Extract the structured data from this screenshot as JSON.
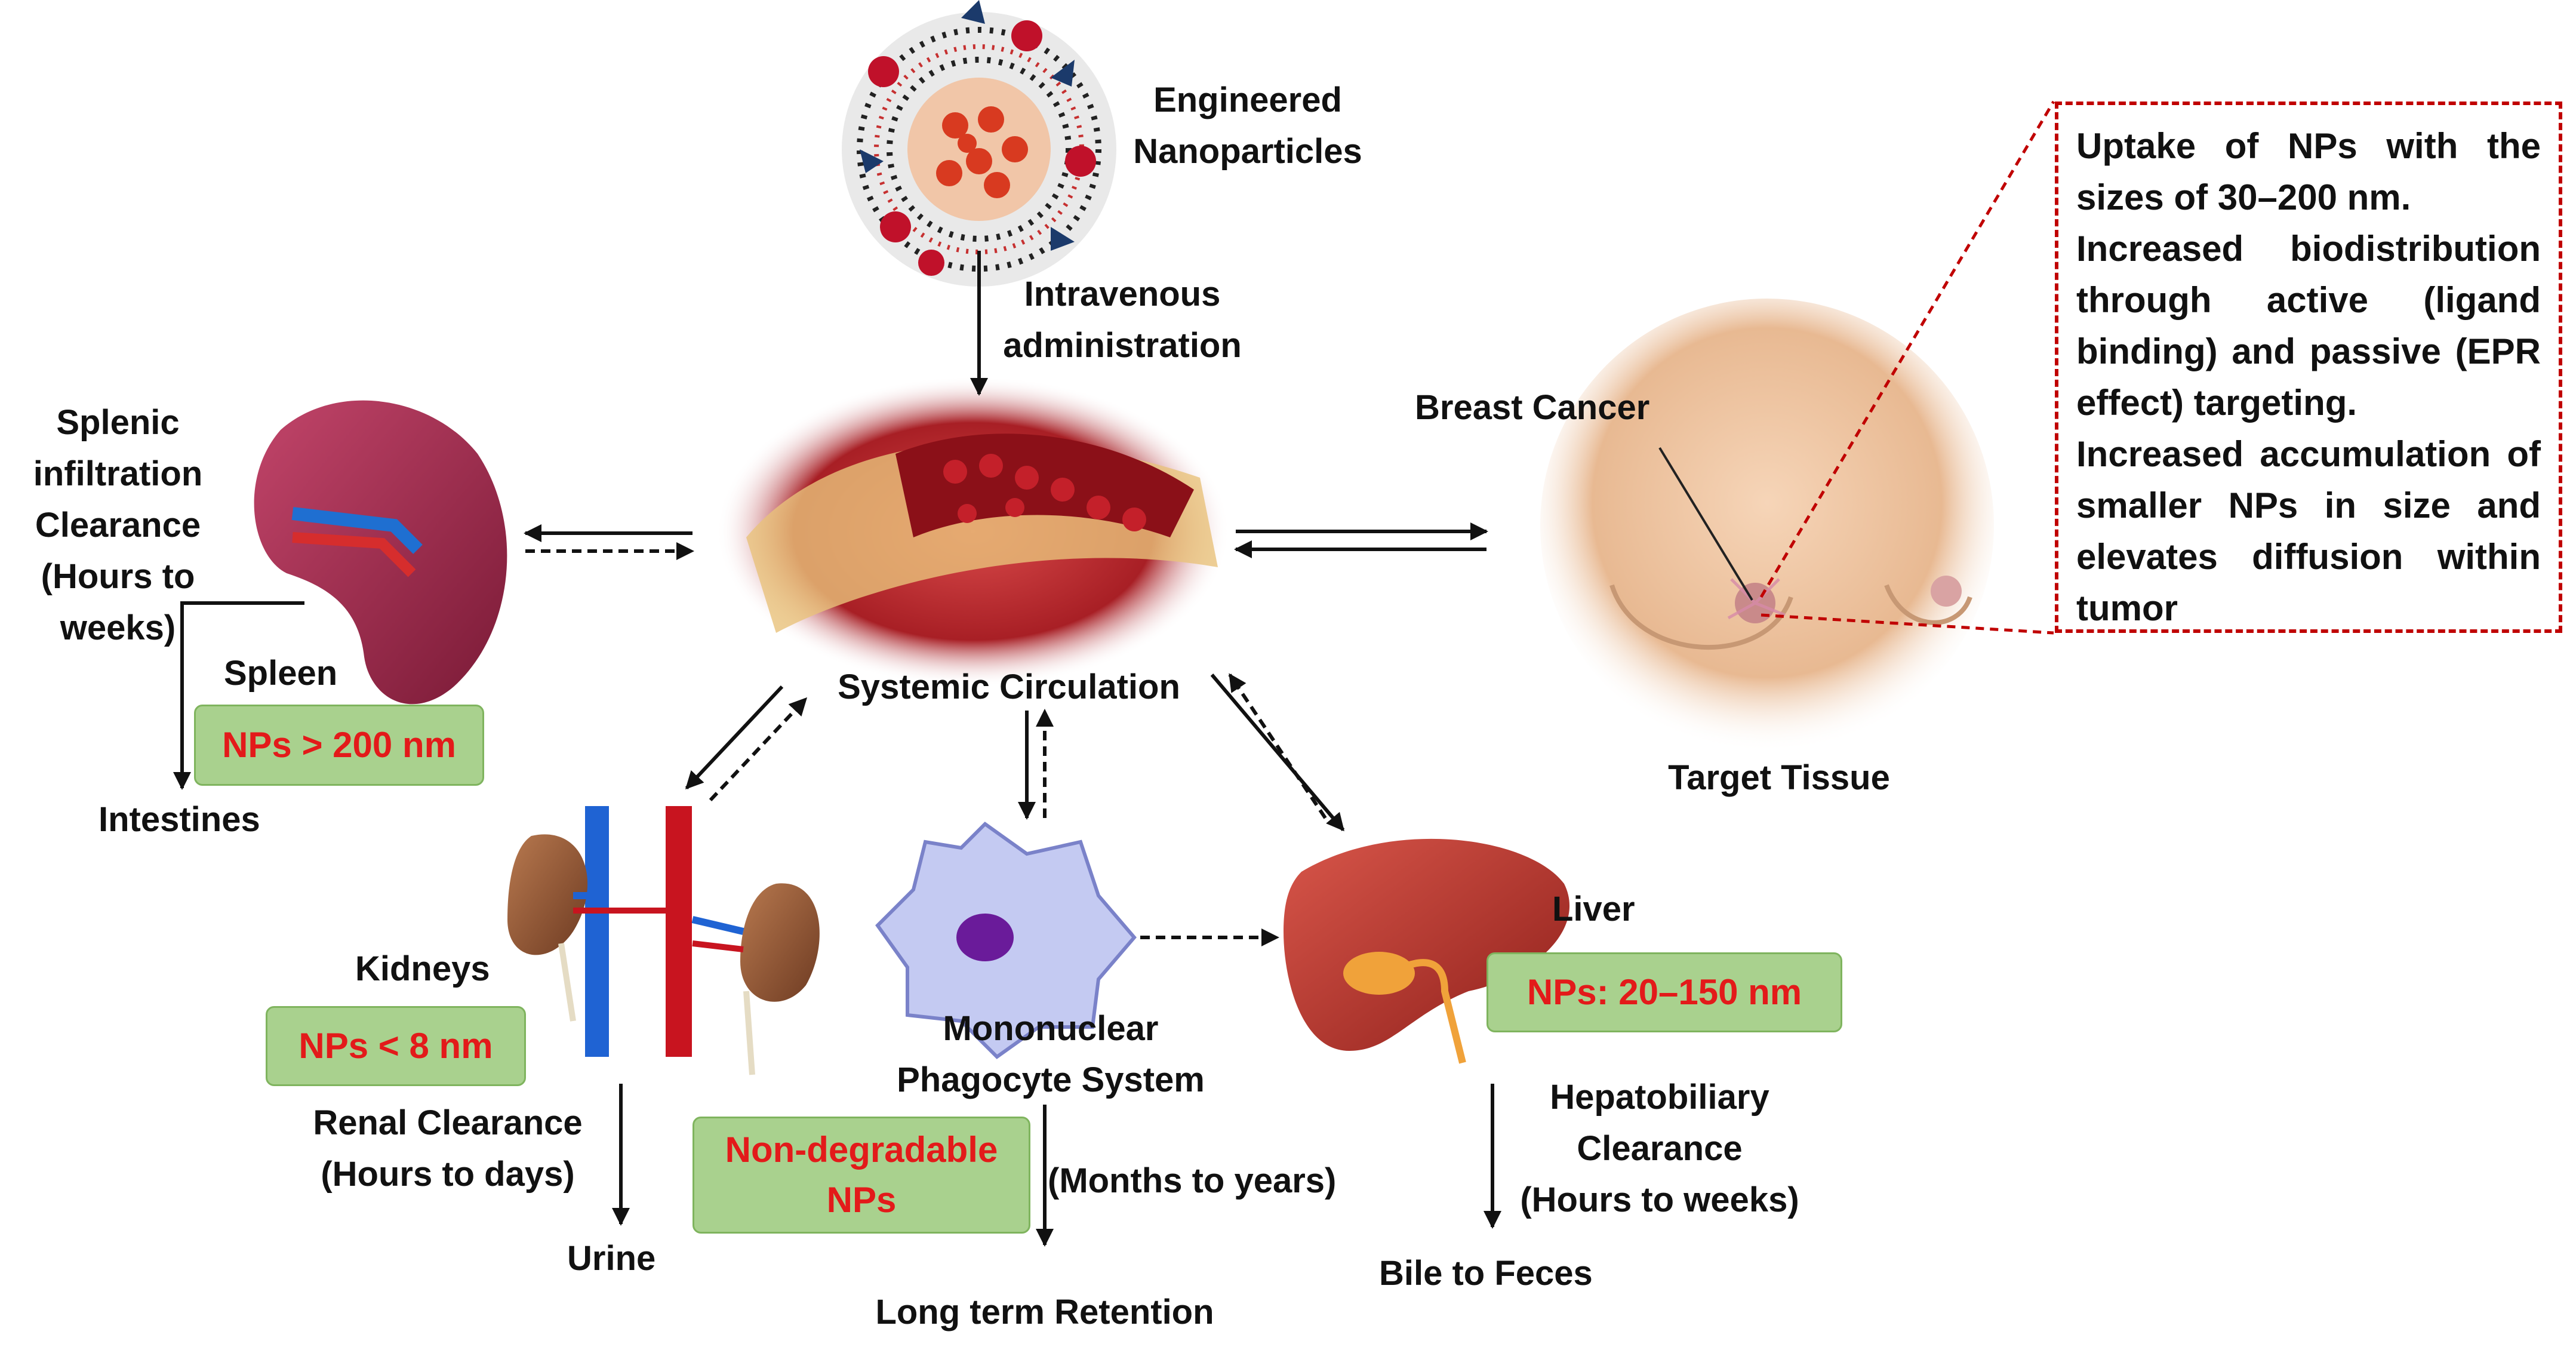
{
  "labels": {
    "engineered": "Engineered\nNanoparticles",
    "intravenous": "Intravenous\nadministration",
    "breast_cancer": "Breast Cancer",
    "target_tissue": "Target Tissue",
    "systemic": "Systemic Circulation",
    "splenic": "Splenic\ninfiltration\nClearance\n(Hours to\nweeks)",
    "spleen": "Spleen",
    "intestines": "Intestines",
    "kidneys": "Kidneys",
    "renal": "Renal Clearance\n(Hours to days)",
    "urine": "Urine",
    "mps": "Mononuclear\nPhagocyte System",
    "months": "(Months to years)",
    "long_term": "Long term Retention",
    "liver": "Liver",
    "hepato": "Hepatobiliary\nClearance\n(Hours to weeks)",
    "bile": "Bile to Feces"
  },
  "badges": {
    "spleen": "NPs > 200 nm",
    "kidney": "NPs < 8 nm",
    "mps": "Non-degradable\nNPs",
    "liver": "NPs: 20–150 nm"
  },
  "info_box": [
    "Uptake of NPs with the sizes of 30–200 nm.",
    "Increased biodistribution through active (ligand binding) and passive (EPR effect) targeting.",
    "Increased accumulation of smaller NPs in size and elevates diffusion within tumor"
  ],
  "colors": {
    "badge_fill": "#a9d18e",
    "badge_text": "#e31a1a",
    "dashed_box": "#c00000",
    "vessel": "#b3202a"
  }
}
